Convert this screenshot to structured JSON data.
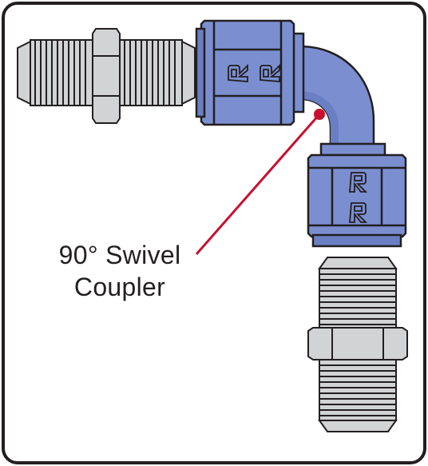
{
  "callout": {
    "line1": "90° Swivel",
    "line2": "Coupler"
  },
  "parts": {
    "straight_fitting_left": "union-fitting",
    "coupler_nut_top": "anodized-nut",
    "swivel_elbow": "90-degree-elbow",
    "coupler_nut_bottom": "anodized-nut",
    "straight_fitting_bottom": "union-fitting"
  },
  "nut_logo": {
    "glyph": "R"
  },
  "colors": {
    "frame": "#231f20",
    "steel_fill": "#d1d3d4",
    "steel_stroke": "#231f20",
    "anodized_fill": "#7b8fd0",
    "anodized_dark": "#5b6fb3",
    "leader_line": "#c8102e",
    "leader_dot": "#c8102e"
  }
}
